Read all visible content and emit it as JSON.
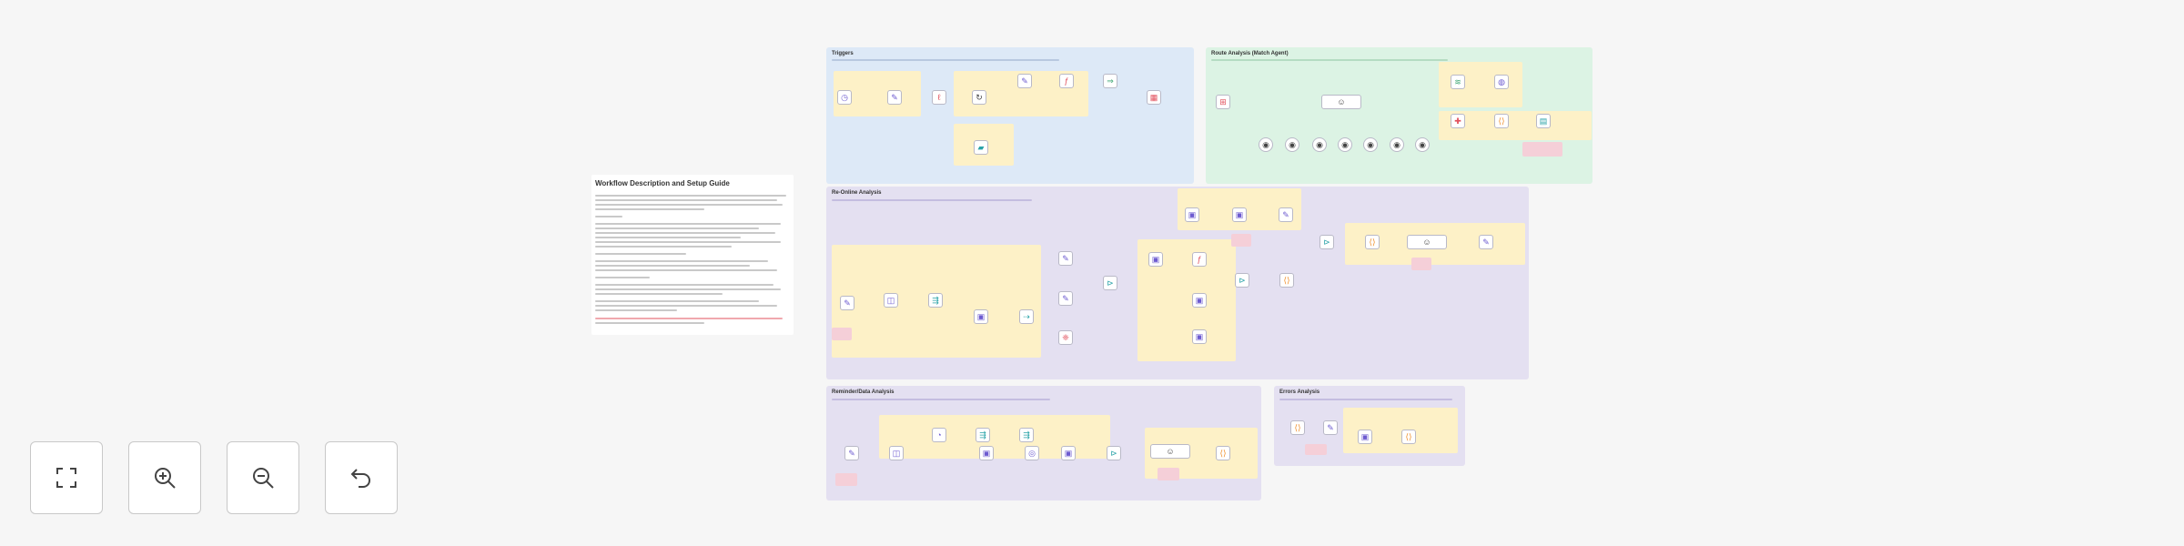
{
  "doc": {
    "title": "Workflow Description and Setup Guide"
  },
  "panels": {
    "triggers": {
      "title": "Triggers"
    },
    "router": {
      "title": "Route Analysis (Match Agent)"
    },
    "generate": {
      "title": "Re-Online Analysis"
    },
    "reminder": {
      "title": "Reminder/Data Analysis"
    },
    "errors": {
      "title": "Errors Analysis"
    }
  },
  "controls": {
    "fit": "fit-view-icon",
    "zoom_in": "zoom-in-icon",
    "zoom_out": "zoom-out-icon",
    "undo": "undo-icon"
  }
}
